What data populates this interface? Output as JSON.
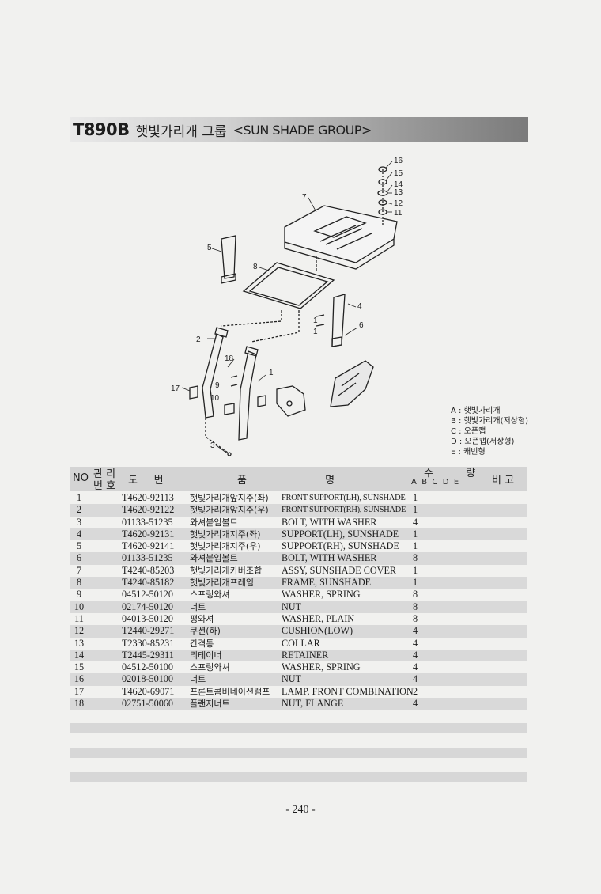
{
  "header": {
    "model": "T890B",
    "title_kr": "햇빛가리개 그룹",
    "title_en": "<SUN SHADE GROUP>"
  },
  "diagram": {
    "callouts": [
      "1",
      "2",
      "3",
      "4",
      "5",
      "6",
      "7",
      "8",
      "9",
      "10",
      "11",
      "12",
      "13",
      "14",
      "15",
      "16",
      "17",
      "18"
    ]
  },
  "legend": [
    "A : 햇빛가리개",
    "B : 햇빛가리개(저상형)",
    "C : 오픈캡",
    "D : 오픈캡(저상형)",
    "E : 캐빈형"
  ],
  "table": {
    "headers": {
      "no": "NO",
      "mgmt_1": "관 리",
      "mgmt_2": "번 호",
      "drawing": "도     번",
      "name": "품                        명",
      "qty": "수          량",
      "qty_cols": "A  B  C  D  E",
      "remark": "비 고"
    },
    "rows": [
      {
        "no": "1",
        "part": "T4620-92113",
        "kr": "햇빛가리개앞지주(좌)",
        "en": "FRONT SUPPORT(LH), SUNSHADE",
        "qa": "1"
      },
      {
        "no": "2",
        "part": "T4620-92122",
        "kr": "햇빛가리개앞지주(우)",
        "en": "FRONT SUPPORT(RH), SUNSHADE",
        "qa": "1"
      },
      {
        "no": "3",
        "part": "01133-51235",
        "kr": "와셔붙임볼트",
        "en": "BOLT, WITH WASHER",
        "qa": "4"
      },
      {
        "no": "4",
        "part": "T4620-92131",
        "kr": "햇빛가리개지주(좌)",
        "en": "SUPPORT(LH), SUNSHADE",
        "qa": "1"
      },
      {
        "no": "5",
        "part": "T4620-92141",
        "kr": "햇빛가리개지주(우)",
        "en": "SUPPORT(RH), SUNSHADE",
        "qa": "1"
      },
      {
        "no": "6",
        "part": "01133-51235",
        "kr": "와셔붙임볼트",
        "en": "BOLT, WITH WASHER",
        "qa": "8"
      },
      {
        "no": "7",
        "part": "T4240-85203",
        "kr": "햇빛가리개카버조합",
        "en": "ASSY, SUNSHADE COVER",
        "qa": "1"
      },
      {
        "no": "8",
        "part": "T4240-85182",
        "kr": "햇빛가리개프레임",
        "en": "FRAME, SUNSHADE",
        "qa": "1"
      },
      {
        "no": "9",
        "part": "04512-50120",
        "kr": "스프링와셔",
        "en": "WASHER, SPRING",
        "qa": "8"
      },
      {
        "no": "10",
        "part": "02174-50120",
        "kr": "너트",
        "en": "NUT",
        "qa": "8"
      },
      {
        "no": "11",
        "part": "04013-50120",
        "kr": "평와셔",
        "en": "WASHER, PLAIN",
        "qa": "8"
      },
      {
        "no": "12",
        "part": "T2440-29271",
        "kr": "쿠션(하)",
        "en": "CUSHION(LOW)",
        "qa": "4"
      },
      {
        "no": "13",
        "part": "T2330-85231",
        "kr": "간격통",
        "en": "COLLAR",
        "qa": "4"
      },
      {
        "no": "14",
        "part": "T2445-29311",
        "kr": "리테이너",
        "en": "RETAINER",
        "qa": "4"
      },
      {
        "no": "15",
        "part": "04512-50100",
        "kr": "스프링와셔",
        "en": "WASHER, SPRING",
        "qa": "4"
      },
      {
        "no": "16",
        "part": "02018-50100",
        "kr": "너트",
        "en": "NUT",
        "qa": "4"
      },
      {
        "no": "17",
        "part": "T4620-69071",
        "kr": "프론트콤비네이션램프",
        "en": "LAMP, FRONT COMBINATION",
        "qa": "2"
      },
      {
        "no": "18",
        "part": "02751-50060",
        "kr": "플랜지너트",
        "en": "NUT, FLANGE",
        "qa": "4"
      }
    ]
  },
  "page_number": "- 240 -"
}
